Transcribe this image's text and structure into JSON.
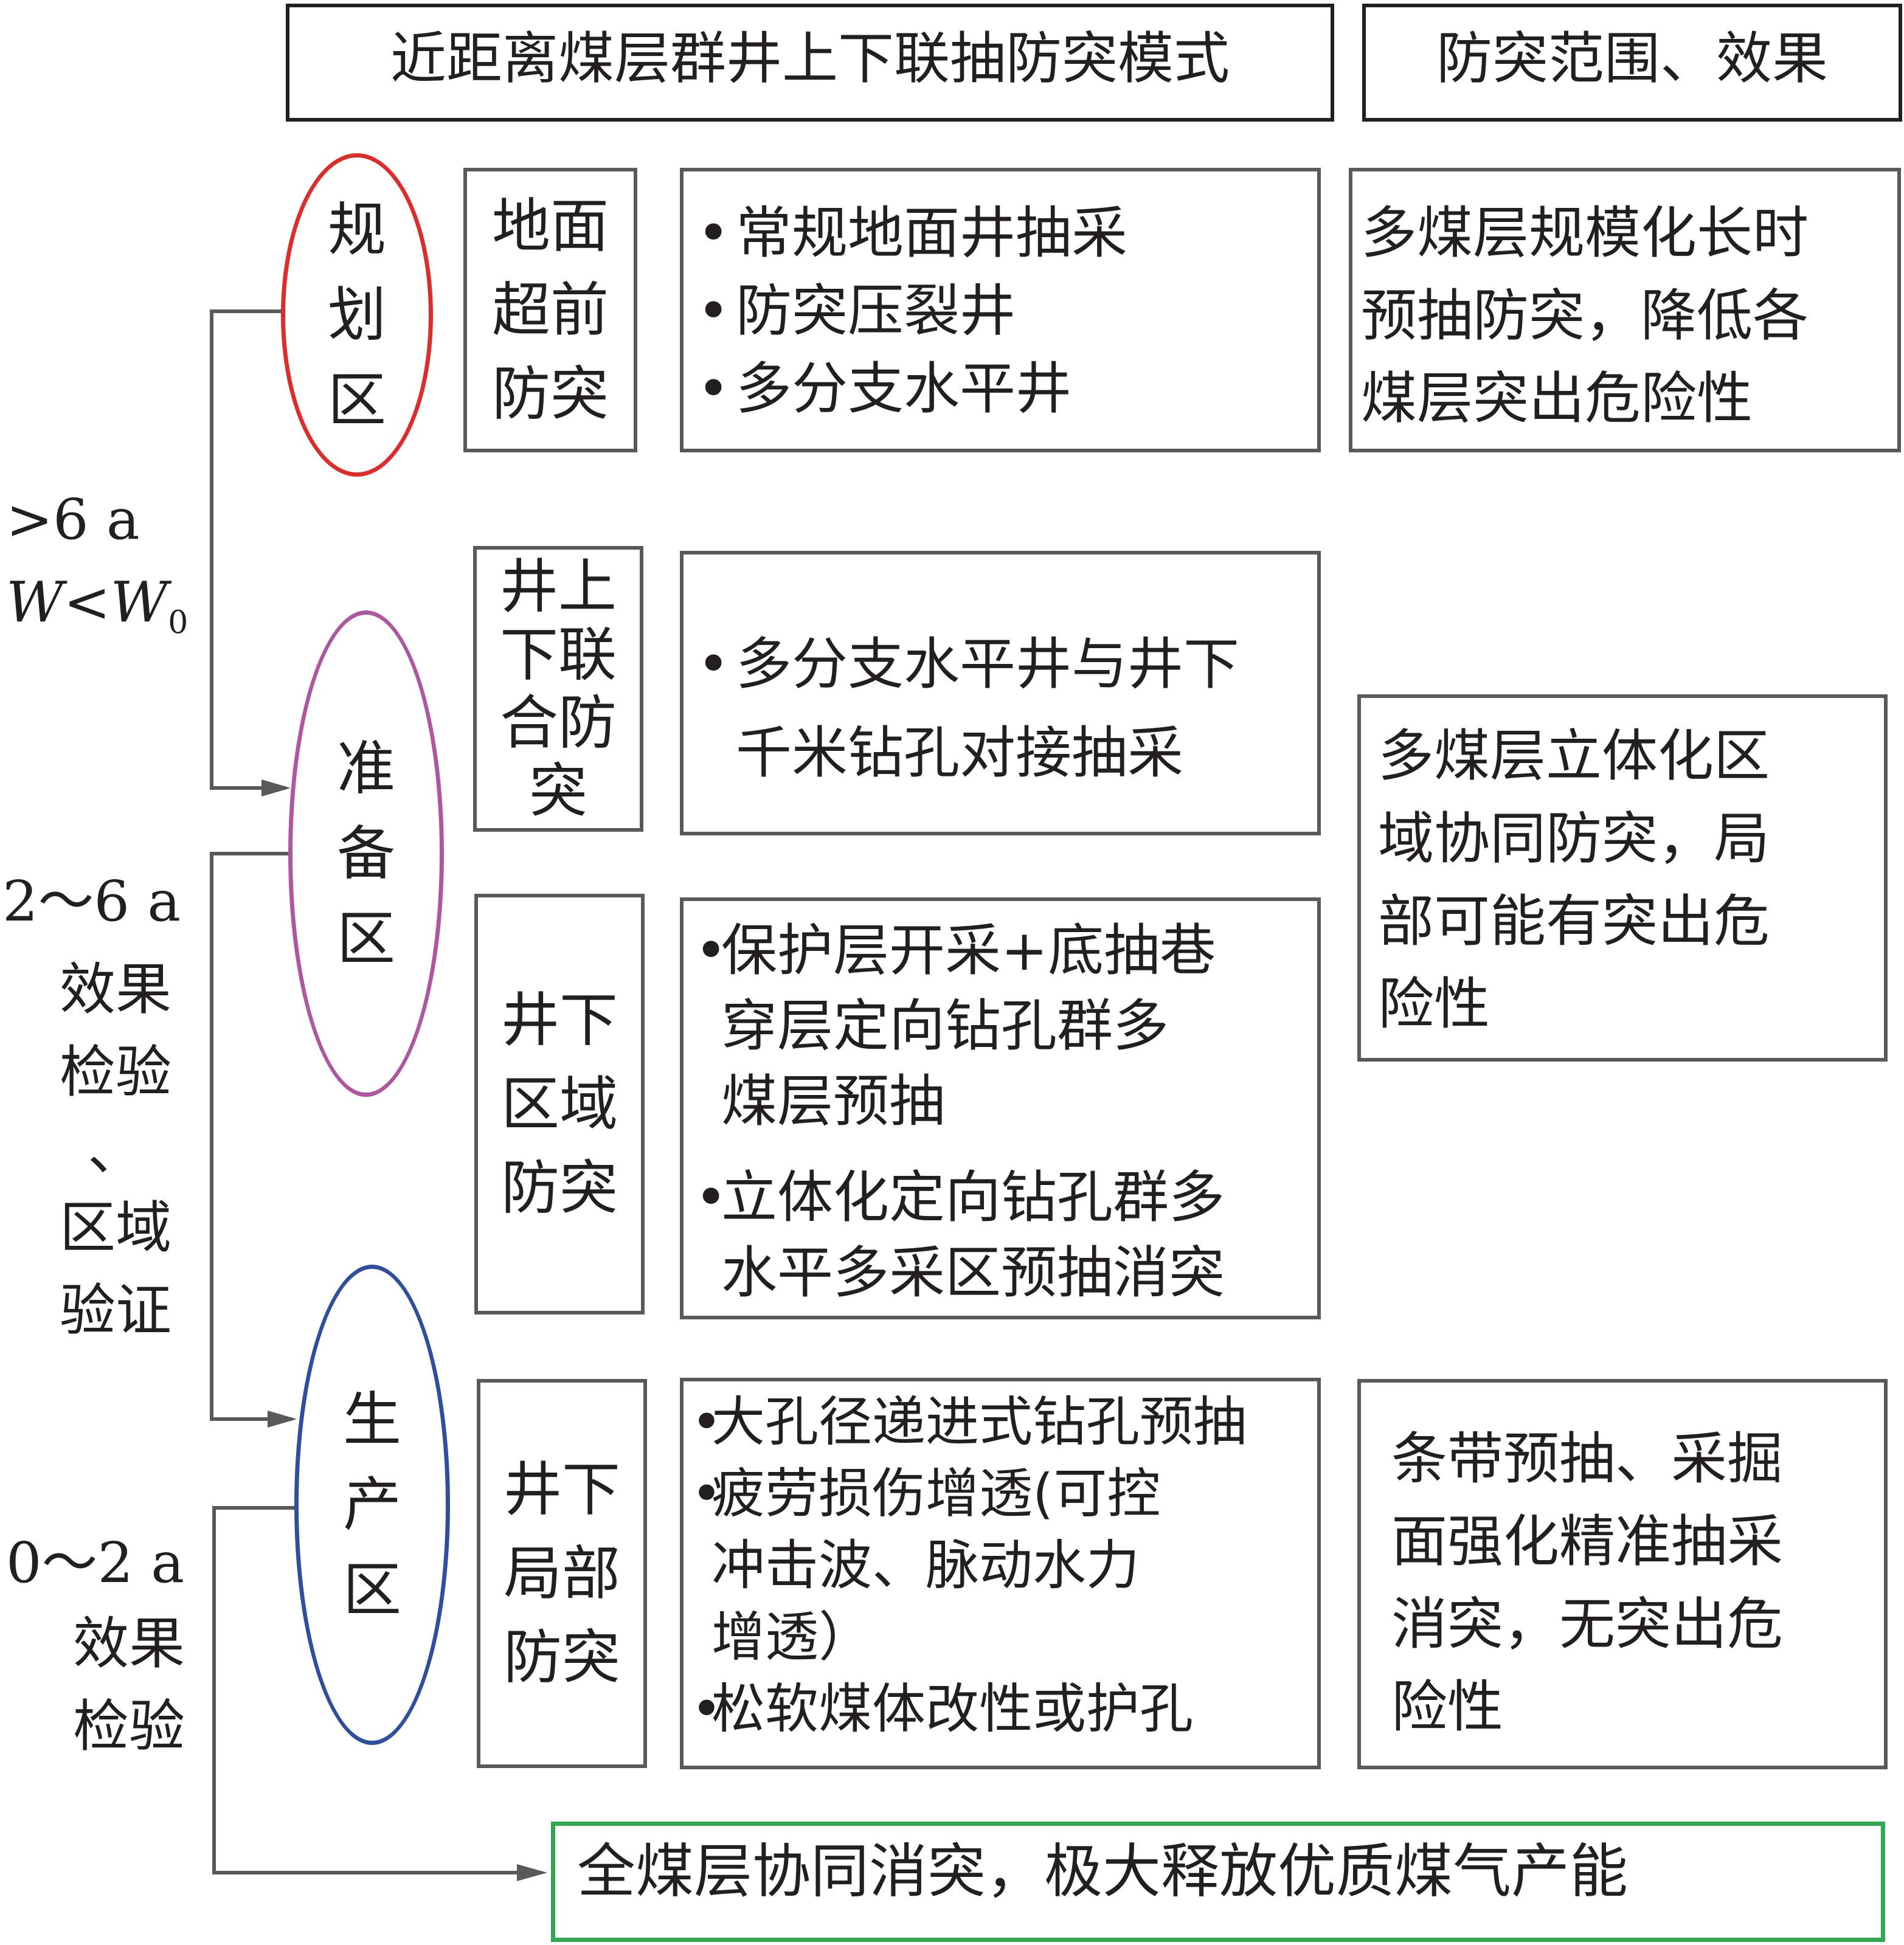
{
  "header": {
    "mode_title": "近距离煤层群井上下联抽防突模式",
    "effect_title": "防突范围、效果"
  },
  "zones": [
    {
      "label_lines": [
        "规",
        "划",
        "区"
      ],
      "color": "#e02b2b"
    },
    {
      "label_lines": [
        "准",
        "备",
        "区"
      ],
      "color": "#b0559f"
    },
    {
      "label_lines": [
        "生",
        "产",
        "区"
      ],
      "color": "#2e4fa0"
    }
  ],
  "categories": [
    {
      "lines": [
        "地面",
        "超前",
        "防突"
      ]
    },
    {
      "lines": [
        "井上",
        "下联",
        "合防",
        "突"
      ]
    },
    {
      "lines": [
        "井下",
        "区域",
        "防突"
      ]
    },
    {
      "lines": [
        "井下",
        "局部",
        "防突"
      ]
    }
  ],
  "methods": [
    {
      "items": [
        {
          "lines": [
            "常规地面井抽采"
          ]
        },
        {
          "lines": [
            "防突压裂井"
          ]
        },
        {
          "lines": [
            "多分支水平井"
          ]
        }
      ]
    },
    {
      "items": [
        {
          "lines": [
            "多分支水平井与井下",
            "千米钻孔对接抽采"
          ]
        }
      ]
    },
    {
      "items": [
        {
          "lines": [
            "保护层开采+底抽巷",
            "穿层定向钻孔群多",
            "煤层预抽"
          ]
        },
        {
          "lines": [
            "立体化定向钻孔群多",
            "水平多采区预抽消突"
          ]
        }
      ]
    },
    {
      "items": [
        {
          "lines": [
            "大孔径递进式钻孔预抽"
          ]
        },
        {
          "lines": [
            "疲劳损伤增透(可控",
            "冲击波、脉动水力",
            "增透）"
          ]
        },
        {
          "lines": [
            "松软煤体改性或护孔"
          ]
        }
      ]
    }
  ],
  "bullet_char": "•",
  "effects": [
    {
      "lines": [
        "多煤层规模化长时",
        "预抽防突，降低各",
        "煤层突出危险性"
      ]
    },
    {
      "lines": [
        "多煤层立体化区",
        "域协同防突，局",
        "部可能有突出危",
        "险性"
      ]
    },
    {
      "lines": [
        "条带预抽、采掘",
        "面强化精准抽采",
        "消突，无突出危",
        "险性"
      ]
    }
  ],
  "side_labels": {
    "stage1_time": ">6 a",
    "stage1_cond_w": "W",
    "stage1_cond_lt": "<",
    "stage1_cond_w0": "W",
    "stage1_cond_sub": "0",
    "stage2_time": "2～6 a",
    "stage2_check_lines": [
      "效果",
      "检验",
      "、",
      "区域",
      "验证"
    ],
    "stage3_time": "0～2 a",
    "stage3_check_lines": [
      "效果",
      "检验"
    ]
  },
  "final_result": "全煤层协同消突，极大释放优质煤气产能",
  "colors": {
    "connector": "#595959",
    "final_border": "#2fa84f"
  }
}
